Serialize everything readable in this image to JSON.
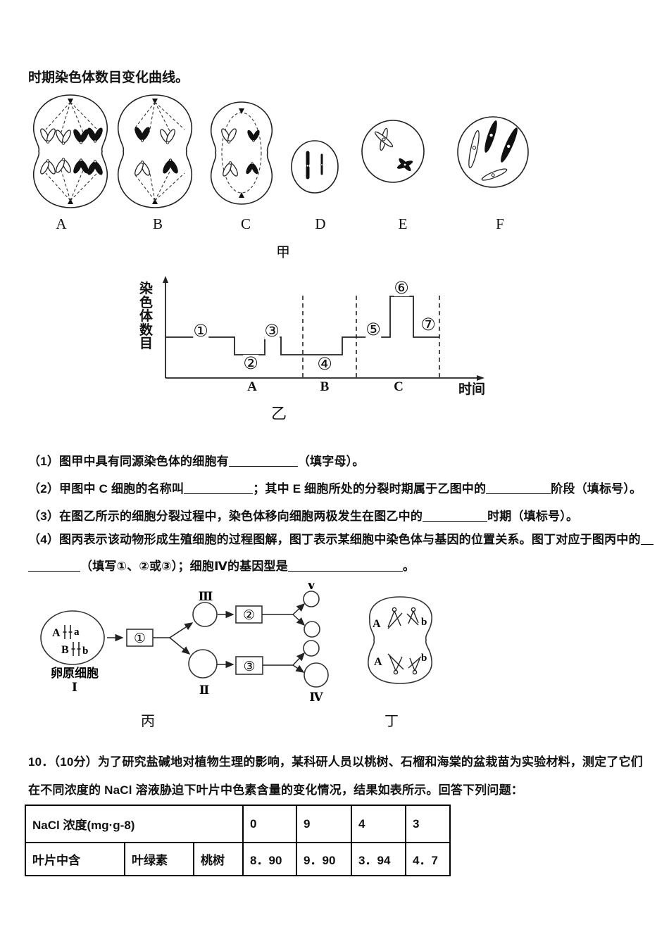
{
  "page": {
    "intro_line": "时期染色体数目变化曲线。"
  },
  "figure_jia": {
    "cells": [
      "A",
      "B",
      "C",
      "D",
      "E",
      "F"
    ],
    "caption": "甲"
  },
  "figure_yi": {
    "ylabel": "染色体数目",
    "xlabel": "时间",
    "phase_a": "A",
    "phase_b": "B",
    "phase_c": "C",
    "markers": [
      "①",
      "②",
      "③",
      "④",
      "⑤",
      "⑥",
      "⑦"
    ],
    "caption": "乙"
  },
  "chart_data": {
    "type": "line",
    "subtype": "step",
    "title": "乙",
    "xlabel": "时间",
    "ylabel": "染色体数目",
    "phases": [
      "A",
      "B",
      "C"
    ],
    "grid": false,
    "legend": false,
    "ylim_relative": [
      0,
      4
    ],
    "segments": [
      {
        "marker": "①",
        "phase": "A",
        "level": 2,
        "x_start": 0.0,
        "x_end": 0.22
      },
      {
        "marker": "②",
        "phase": "A",
        "level": 1,
        "x_start": 0.22,
        "x_end": 0.31
      },
      {
        "marker": "③",
        "phase": "A",
        "level": 2,
        "x_start": 0.31,
        "x_end": 0.36
      },
      {
        "marker": "④",
        "phase": "B",
        "level": 1,
        "x_start": 0.36,
        "x_end": 0.55
      },
      {
        "marker": "⑤",
        "phase": "C",
        "level": 2,
        "x_start": 0.55,
        "x_end": 0.7
      },
      {
        "marker": "⑥",
        "phase": "C",
        "level": 4,
        "x_start": 0.7,
        "x_end": 0.77
      },
      {
        "marker": "⑦",
        "phase": "C",
        "level": 2,
        "x_start": 0.77,
        "x_end": 0.85
      }
    ]
  },
  "questions": {
    "q1": {
      "p1": "（1）图甲中具有同源染色体的细胞有",
      "p2": "（填字母）。"
    },
    "q2": {
      "p1": "（2）甲图中 C 细胞的名称叫",
      "p2": "；其中 E 细胞所处的分裂时期属于乙图中的",
      "p3": "阶段（填标号）。"
    },
    "q3": {
      "p1": "（3）在图乙所示的细胞分裂过程中，染色体移向细胞两极发生在图乙中的",
      "p2": "时期（填标号）。"
    },
    "q4": {
      "p1": "（4）图丙表示该动物形成生殖细胞的过程图解，图丁表示某细胞中染色体与基因的位置关系。图丁对应于图丙中的",
      "p2": "（填写①、②或③）；细胞Ⅳ的基因型是",
      "p3": "。"
    }
  },
  "figure_bing": {
    "gene_top_left": "A",
    "gene_top_right": "a",
    "gene_bottom_left": "B",
    "gene_bottom_right": "b",
    "source_label": "卵原细胞",
    "cell_i": "Ⅰ",
    "cell_ii": "Ⅱ",
    "cell_iii": "Ⅲ",
    "cell_iv": "Ⅳ",
    "cell_v": "Ⅴ",
    "box1": "①",
    "box2": "②",
    "box3": "③",
    "caption": "丙"
  },
  "figure_ding": {
    "top_left": "A",
    "top_right": "b",
    "bottom_left": "A",
    "bottom_right": "b",
    "caption": "丁"
  },
  "q10": {
    "line1": "10．（10分）为了研究盐碱地对植物生理的影响，某科研人员以桃树、石榴和海棠的盆栽苗为实验材料，测定了它们",
    "line2": "在不同浓度的 NaCl 溶液胁迫下叶片中色素含量的变化情况，结果如表所示。回答下列问题："
  },
  "table": {
    "header_label": "NaCl 浓度(mg·g-8)",
    "concentrations": [
      "0",
      "9",
      "4",
      "3"
    ],
    "row1": {
      "c1": "叶片中含",
      "c2": "叶绿素",
      "c3": "桃树",
      "v1": "8．90",
      "v2": "9．90",
      "v3": "3．94",
      "v4": "4．7"
    }
  }
}
